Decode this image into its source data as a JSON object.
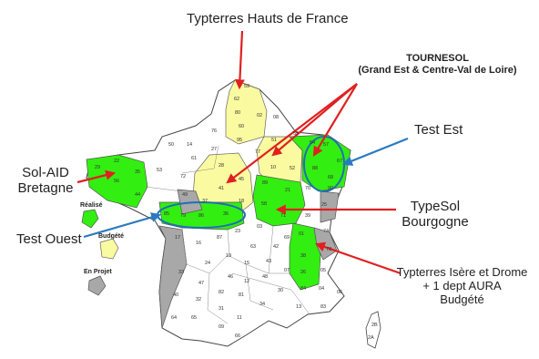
{
  "labels": {
    "hauts_de_france": "Typterres Hauts de France",
    "tournesol_1": "TOURNESOL",
    "tournesol_2": "(Grand Est & Centre-Val de Loire)",
    "test_est": "Test Est",
    "solaid_1": "Sol-AID",
    "solaid_2": "Bretagne",
    "test_ouest": "Test Ouest",
    "typesol_1": "TypeSol",
    "typesol_2": "Bourgogne",
    "typterres_1": "Typterres Isère et Drome",
    "typterres_2": "+ 1 dept AURA",
    "typterres_3": "Budgété"
  },
  "legend": {
    "realise": "Réalisé",
    "budgete": "Budgété",
    "en_projet": "En Projet"
  },
  "colors": {
    "realise": "#33ee11",
    "budgete": "#fafaa0",
    "en_projet": "#a8a8a8",
    "arrow_red": "#e02020",
    "arrow_blue": "#2a7ac0",
    "ellipse_blue": "#1f6fb5"
  },
  "dept_numbers": {
    "n59": "59",
    "n62": "62",
    "n80": "80",
    "n02": "02",
    "n60": "60",
    "n08": "08",
    "n51": "51",
    "n55": "55",
    "n54": "54",
    "n57": "57",
    "n67": "67",
    "n88": "88",
    "n68": "68",
    "n52": "52",
    "n10": "10",
    "n77": "77",
    "n95": "95",
    "n28": "28",
    "n45": "45",
    "n41": "41",
    "n18": "18",
    "n36": "36",
    "n37": "37",
    "n29": "29",
    "n22": "22",
    "n35": "35",
    "n56": "56",
    "n44": "44",
    "n53": "53",
    "n72": "72",
    "n49": "49",
    "n85": "85",
    "n79": "79",
    "n86": "86",
    "n14": "14",
    "n50": "50",
    "n61": "61",
    "n27": "27",
    "n76": "76",
    "n89": "89",
    "n21": "21",
    "n58": "58",
    "n71": "71",
    "n70": "70",
    "n25": "25",
    "n39": "39",
    "n90": "90",
    "n03": "03",
    "n23": "23",
    "n87": "87",
    "n16": "16",
    "n17": "17",
    "n01": "01",
    "n74": "74",
    "n73": "73",
    "n38": "38",
    "n26": "26",
    "n69": "69",
    "n42": "42",
    "n63": "63",
    "n15": "15",
    "n19": "19",
    "n24": "24",
    "n33": "33",
    "n47": "47",
    "n40": "40",
    "n64": "64",
    "n32": "32",
    "n31": "31",
    "n65": "65",
    "n09": "09",
    "n82": "82",
    "n46": "46",
    "n12": "12",
    "n48": "48",
    "n43": "43",
    "n07": "07",
    "n30": "30",
    "n34": "34",
    "n81": "81",
    "n11": "11",
    "n66": "66",
    "n84": "84",
    "n13": "13",
    "n05": "05",
    "n04": "04",
    "n06": "06",
    "n83": "83",
    "n2b": "2B",
    "n2a": "2A"
  }
}
